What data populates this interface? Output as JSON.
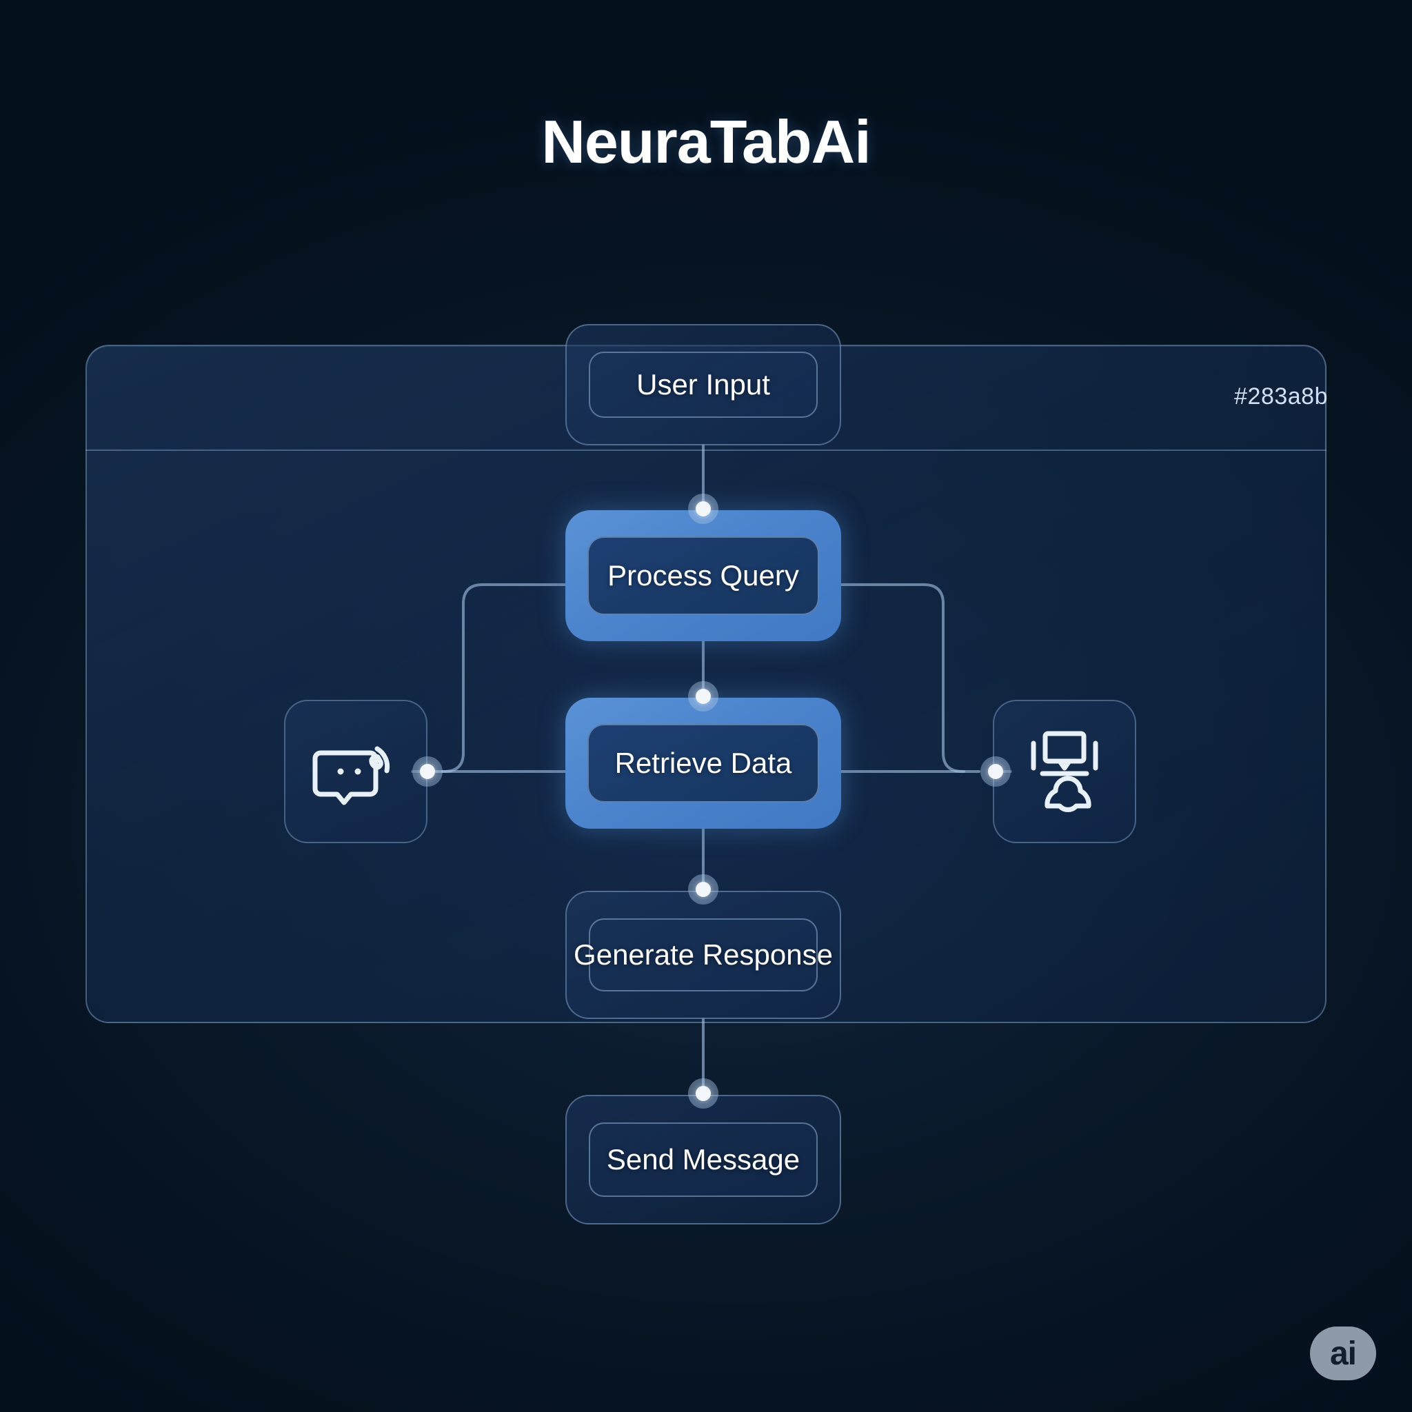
{
  "title": "NeuraTabAi",
  "panel": {
    "hex_label": "#283a8b",
    "accent_color": "#4a83cc",
    "panel_border_color": "#96b9e1",
    "background_color": "#0b1a2c"
  },
  "nodes": [
    {
      "id": "user-input",
      "label": "User Input",
      "state": "default"
    },
    {
      "id": "process-query",
      "label": "Process Query",
      "state": "active"
    },
    {
      "id": "retrieve-data",
      "label": "Retrieve Data",
      "state": "active"
    },
    {
      "id": "generate-response",
      "label": "Generate Response",
      "state": "default"
    },
    {
      "id": "send-message",
      "label": "Send Message",
      "state": "default"
    }
  ],
  "side_icons": [
    {
      "id": "chat-call",
      "name": "chat-bubble-call-icon",
      "side": "left"
    },
    {
      "id": "chat-cloud-user",
      "name": "chat-bubble-cloud-user-icon",
      "side": "right"
    }
  ],
  "connectors": [
    {
      "from": "user-input",
      "to": "process-query",
      "name": "connector-dot-user-input-process-query"
    },
    {
      "from": "process-query",
      "to": "retrieve-data",
      "name": "connector-dot-process-query-retrieve-data"
    },
    {
      "from": "retrieve-data",
      "to": "generate-response",
      "name": "connector-dot-retrieve-data-generate-response"
    },
    {
      "from": "generate-response",
      "to": "send-message",
      "name": "connector-dot-generate-response-send-message"
    },
    {
      "from": "process-query",
      "to": "chat-call",
      "name": "connector-dot-left-icon"
    },
    {
      "from": "process-query",
      "to": "chat-cloud-user",
      "name": "connector-dot-right-icon"
    }
  ],
  "badge": {
    "label": "ai"
  }
}
